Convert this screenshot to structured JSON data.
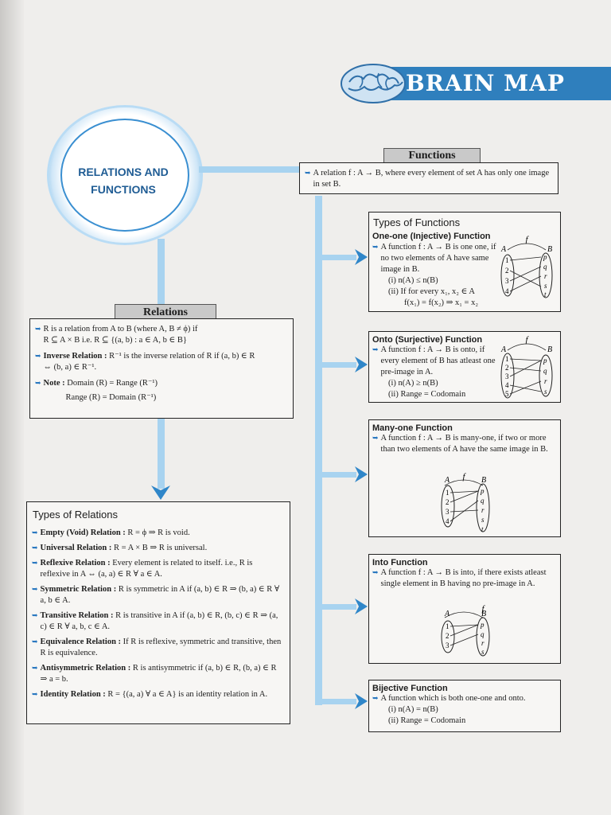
{
  "banner": {
    "title": "BRAIN MAP"
  },
  "main": {
    "title_line1": "RELATIONS AND",
    "title_line2": "FUNCTIONS"
  },
  "functions": {
    "header": "Functions",
    "definition": "A relation f : A → B, where every element of set A has only one image in set B."
  },
  "relations": {
    "header": "Relations",
    "item1_a": "R is a relation from A to B (where A, B ≠ ϕ) if",
    "item1_b": "R ⊆ A × B i.e. R ⊆ {(a, b) : a ∈ A, b ∈ B}",
    "item2_label": "Inverse Relation :",
    "item2_text": "R⁻¹ is the inverse relation of R if (a, b) ∈ R",
    "item2_b": "⇔ (b, a) ∈ R⁻¹.",
    "item3_label": "Note :",
    "item3_text": "Domain (R) = Range (R⁻¹)",
    "item3_b": "Range (R) = Domain (R⁻¹)"
  },
  "types_of_relations": {
    "header": "Types of Relations",
    "items": [
      {
        "label": "Empty (Void) Relation :",
        "text": "R = ϕ ⇒ R is void."
      },
      {
        "label": "Universal Relation :",
        "text": "R = A × B ⇒ R is universal."
      },
      {
        "label": "Reflexive Relation :",
        "text": "Every element is related to itself. i.e., R is reflexive in A ⇔ (a, a) ∈ R ∀ a ∈ A."
      },
      {
        "label": "Symmetric Relation :",
        "text": "R is symmetric in A if (a, b) ∈ R ⇒ (b, a) ∈ R ∀ a, b ∈ A."
      },
      {
        "label": "Transitive Relation :",
        "text": "R is transitive in A if (a, b) ∈ R, (b, c) ∈ R ⇒ (a, c) ∈ R ∀ a, b, c ∈ A."
      },
      {
        "label": "Equivalence Relation :",
        "text": "If R is reflexive, symmetric and transitive, then R is equivalence."
      },
      {
        "label": "Antisymmetric Relation :",
        "text": "R is antisymmetric if (a, b) ∈ R, (b, a) ∈ R ⇒ a = b."
      },
      {
        "label": "Identity Relation :",
        "text": "R = {(a, a) ∀ a ∈ A} is an identity relation in A."
      }
    ]
  },
  "types_of_functions": {
    "header": "Types of Functions",
    "one_one": {
      "title": "One-one (Injective) Function",
      "text": "A function f : A → B is one one, if no two elements of A have same image in B.",
      "cond1": "(i) n(A) ≤ n(B)",
      "cond2": "(ii) If for every x₁, x₂ ∈ A",
      "cond3": "f(x₁) = f(x₂) ⇒ x₁ = x₂"
    },
    "onto": {
      "title": "Onto (Surjective) Function",
      "text": "A function f : A → B is onto, if every element of B has atleast one pre-image in A.",
      "cond1": "(i) n(A) ≥ n(B)",
      "cond2": "(ii) Range = Codomain"
    },
    "many_one": {
      "title": "Many-one Function",
      "text": "A function f : A → B is many-one, if two or more than two elements of A have the same image in B."
    },
    "into": {
      "title": "Into Function",
      "text": "A function f : A → B is into, if there exists atleast single element in B having no pre-image in A."
    },
    "bijective": {
      "title": "Bijective Function",
      "text": "A function which is both one-one and onto.",
      "cond1": "(i) n(A) = n(B)",
      "cond2": "(ii) Range = Codomain"
    }
  },
  "diagram_labels": {
    "f": "f",
    "A": "A",
    "B": "B"
  }
}
